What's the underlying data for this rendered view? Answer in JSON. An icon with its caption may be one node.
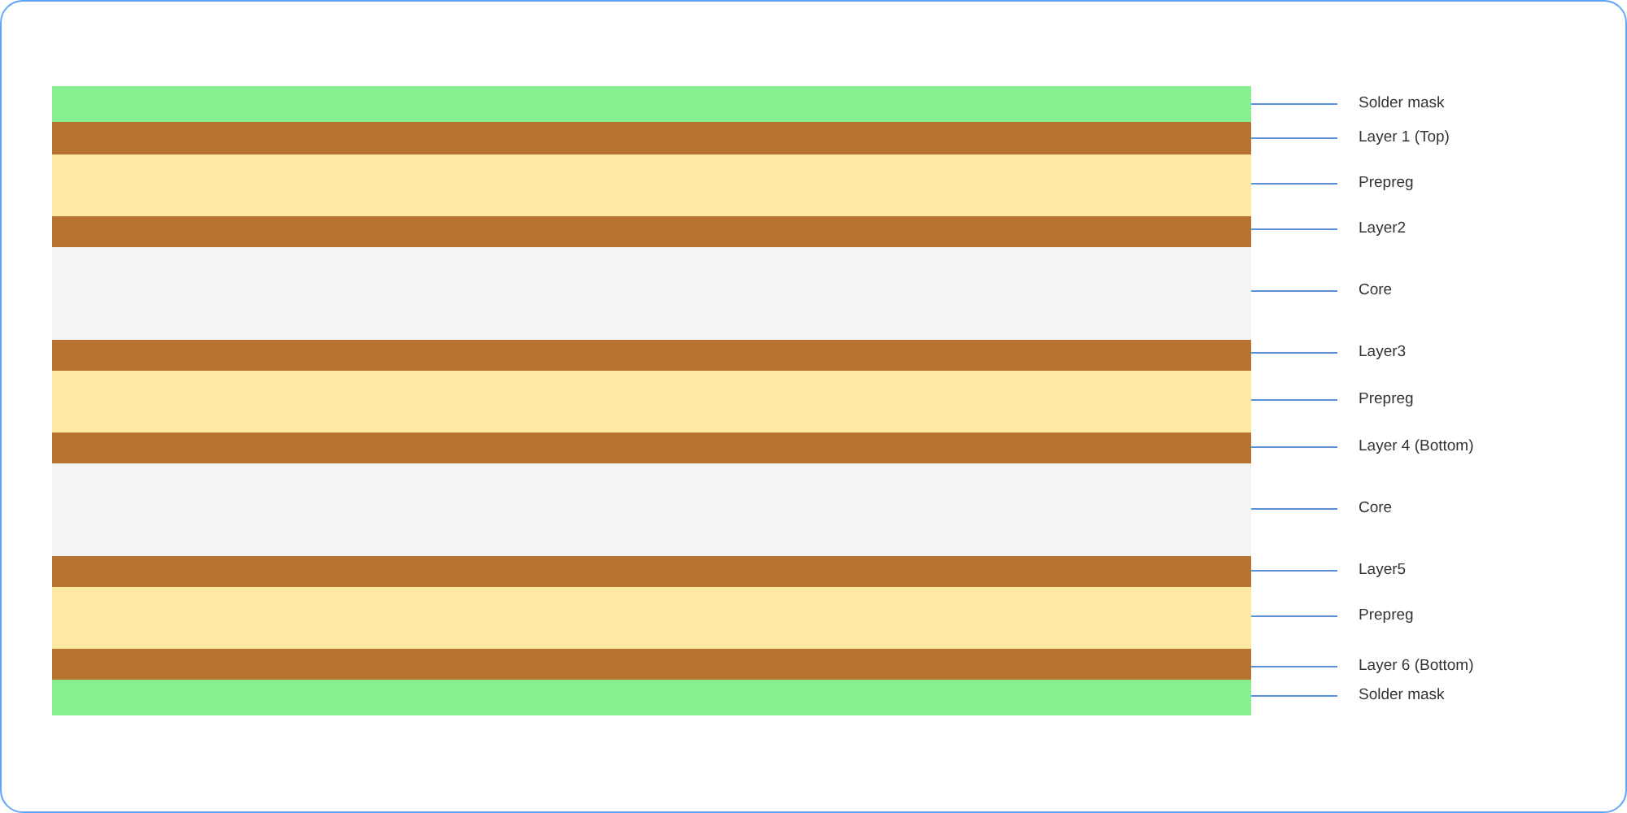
{
  "diagram": {
    "nodes": [
      {
        "text": [],
        "shape": "bar"
      },
      {
        "text": [],
        "shape": "bar"
      },
      {
        "text": [],
        "shape": "bar"
      },
      {
        "text": [],
        "shape": "bar"
      },
      {
        "text": [],
        "shape": "bar"
      },
      {
        "text": [],
        "shape": "bar"
      },
      {
        "text": [],
        "shape": "bar"
      },
      {
        "text": [],
        "shape": "bar"
      },
      {
        "text": [],
        "shape": "bar"
      },
      {
        "text": [],
        "shape": "bar"
      },
      {
        "text": [],
        "shape": "bar"
      },
      {
        "text": [],
        "shape": "bar"
      },
      {
        "text": [],
        "shape": "bar"
      },
      {
        "text": [
          "Solder mask"
        ]
      },
      {
        "text": [
          "Layer 1 (Top)"
        ]
      },
      {
        "text": [
          "Prepreg"
        ]
      },
      {
        "text": [
          "Layer2"
        ]
      },
      {
        "text": [
          "Core"
        ]
      },
      {
        "text": [
          "Layer3"
        ]
      },
      {
        "text": [
          "Prepreg"
        ]
      },
      {
        "text": [
          "Layer 4 (Bottom)"
        ]
      },
      {
        "text": [
          "Core"
        ]
      },
      {
        "text": [
          "Layer5"
        ]
      },
      {
        "text": [
          "Prepreg"
        ]
      },
      {
        "text": [
          "Layer 6 (Bottom)"
        ]
      },
      {
        "text": [
          "Solder mask"
        ]
      }
    ],
    "edges": [
      {
        "from": 13,
        "to": 0,
        "arrow": "none"
      },
      {
        "from": 14,
        "to": 1,
        "arrow": "none"
      },
      {
        "from": 15,
        "to": 2,
        "arrow": "none"
      },
      {
        "from": 16,
        "to": 3,
        "arrow": "none"
      },
      {
        "from": 17,
        "to": 4,
        "arrow": "none"
      },
      {
        "from": 18,
        "to": 5,
        "arrow": "none"
      },
      {
        "from": 19,
        "to": 6,
        "arrow": "none"
      },
      {
        "from": 20,
        "to": 7,
        "arrow": "none"
      },
      {
        "from": 21,
        "to": 8,
        "arrow": "none"
      },
      {
        "from": 22,
        "to": 9,
        "arrow": "none"
      },
      {
        "from": 23,
        "to": 10,
        "arrow": "none"
      },
      {
        "from": 24,
        "to": 11,
        "arrow": "none"
      },
      {
        "from": 25,
        "to": 12,
        "arrow": "none"
      }
    ]
  }
}
